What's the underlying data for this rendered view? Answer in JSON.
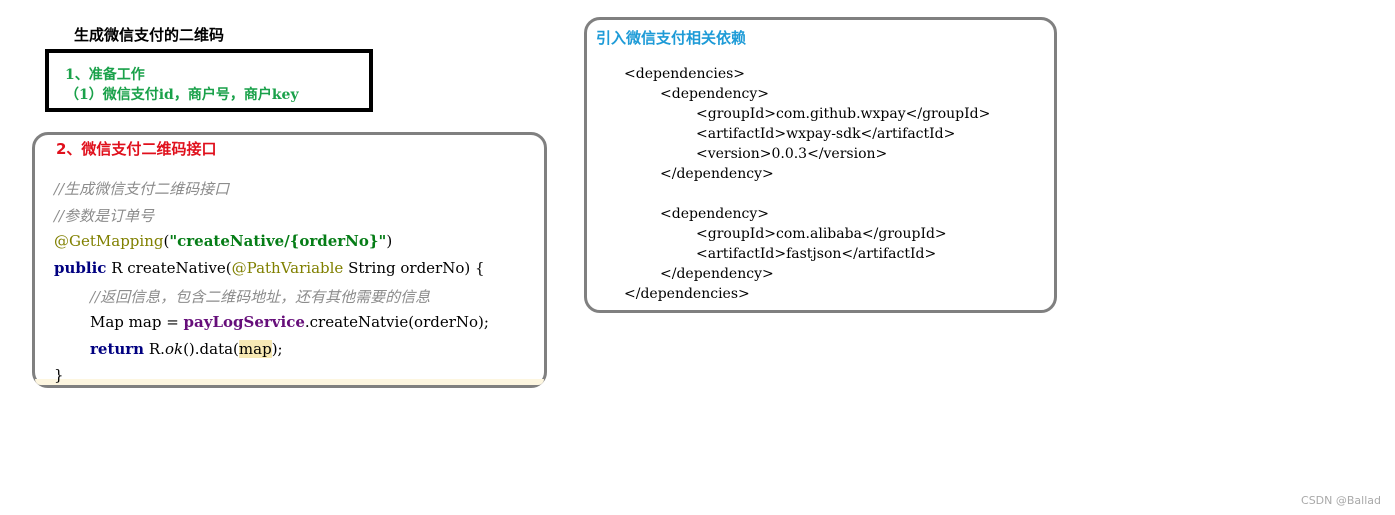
{
  "title": "生成微信支付的二维码",
  "prep": {
    "line1": "1、准备工作",
    "line2": "（1）微信支付id，商户号，商户key"
  },
  "interface": {
    "title": "2、微信支付二维码接口",
    "code": {
      "comment1": "//生成微信支付二维码接口",
      "comment2": "//参数是订单号",
      "annotation": "@GetMapping",
      "paren_open": "(",
      "path_string": "\"createNative/{orderNo}\"",
      "paren_close": ")",
      "kw_public": "public",
      "sig_part1": " R createNative(",
      "path_variable": "@PathVariable",
      "sig_part2": " String orderNo) {",
      "comment3": "//返回信息，包含二维码地址，还有其他需要的信息",
      "map_decl": "Map map = ",
      "service_field": "payLogService",
      "map_call": ".createNatvie(orderNo);",
      "kw_return": "return",
      "ret_part1": " R.",
      "ret_ok": "ok",
      "ret_part2": "().data(",
      "ret_map": "map",
      "ret_part3": ");",
      "closing_brace": "}"
    }
  },
  "dependencies": {
    "title": "引入微信支付相关依赖",
    "lines": [
      "<dependencies>",
      "<dependency>",
      "<groupId>com.github.wxpay</groupId>",
      "<artifactId>wxpay-sdk</artifactId>",
      "<version>0.0.3</version>",
      "</dependency>",
      "<dependency>",
      "<groupId>com.alibaba</groupId>",
      "<artifactId>fastjson</artifactId>",
      "</dependency>",
      "</dependencies>"
    ]
  },
  "watermark": "CSDN @Ballad",
  "colors": {
    "prep_text": "#1aa14a",
    "interface_title": "#e0101c",
    "dependencies_title": "#1e9bd7",
    "box_border": "#808080"
  }
}
